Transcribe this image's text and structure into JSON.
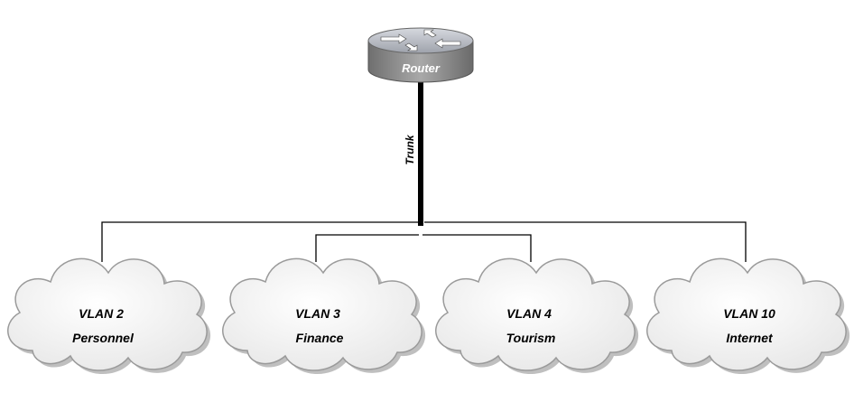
{
  "router": {
    "label": "Router",
    "icon": "router-icon"
  },
  "trunk": {
    "label": "Trunk"
  },
  "vlans": [
    {
      "name": "VLAN 2",
      "department": "Personnel"
    },
    {
      "name": "VLAN 3",
      "department": "Finance"
    },
    {
      "name": "VLAN 4",
      "department": "Tourism"
    },
    {
      "name": "VLAN 10",
      "department": "Internet"
    }
  ],
  "colors": {
    "router_body": "#8c8c8c",
    "router_top": "#b9bcc4",
    "cloud_fill": "#f4f4f4",
    "cloud_stroke": "#9a9a9a",
    "line": "#000000"
  }
}
